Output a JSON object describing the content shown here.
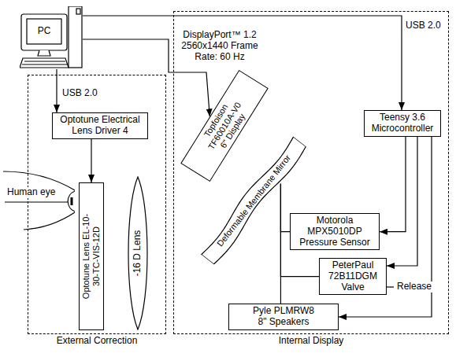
{
  "diagram": {
    "nodes": [
      {
        "text": [
          "PC"
        ]
      },
      {
        "text": [
          "External Correction"
        ]
      },
      {
        "text": [
          "Optotune Electrical Lens Driver 4"
        ],
        "in": 1
      },
      {
        "text": [
          "Optotune Lens EL-10-30-TC-VIS-12D"
        ],
        "in": 1
      },
      {
        "text": [
          "-16 D Lens"
        ],
        "in": 1
      },
      {
        "text": [
          "Internal Display"
        ]
      },
      {
        "text": [
          "Topfoison TF60010A-V0 6\" Display"
        ],
        "in": 5
      },
      {
        "text": [
          "Teensy 3.6 Microcontroller"
        ],
        "in": 5
      },
      {
        "text": [
          "Deformable Membrane Mirror"
        ],
        "in": 5
      },
      {
        "text": [
          "Motorola MPX5010DP Pressure Sensor"
        ],
        "in": 5
      },
      {
        "text": [
          "PeterPaul 72B11DGM Valve"
        ],
        "in": 5
      },
      {
        "text": [
          "Pyle PLMRW8 8\" Speakers"
        ],
        "in": 5
      }
    ],
    "edges": [
      {
        "from": 0,
        "to": 2,
        "arrow": "to",
        "label": "USB 2.0"
      },
      {
        "from": 0,
        "to": 7,
        "arrow": "to",
        "label": "USB 2.0"
      },
      {
        "from": 0,
        "to": 6,
        "arrow": "to",
        "label": "DisplayPort™ 1.2 2560x1440 Frame Rate: 60 Hz"
      },
      {
        "from": 2,
        "to": 3,
        "arrow": "to"
      },
      {
        "from": 7,
        "to": 9,
        "arrow": "to"
      },
      {
        "from": 7,
        "to": 10,
        "arrow": "to"
      },
      {
        "from": 7,
        "to": 11,
        "arrow": "to"
      },
      {
        "from": 8,
        "to": 9,
        "arrow": "none"
      },
      {
        "from": 8,
        "to": 10,
        "arrow": "none"
      },
      {
        "from": 8,
        "to": 11,
        "arrow": "none"
      }
    ],
    "labels": [
      "Human eye",
      "Release"
    ]
  }
}
